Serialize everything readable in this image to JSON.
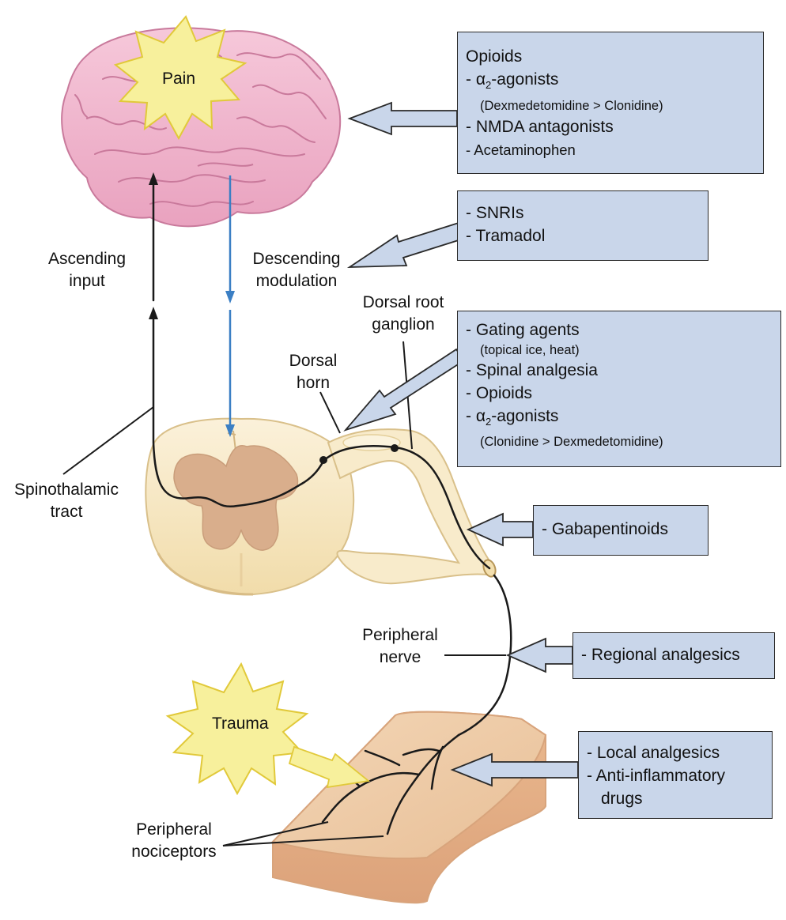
{
  "colors": {
    "drug_box_fill": "#c9d6ea",
    "arrow_fill": "#c9d6ea",
    "brain": "#f0b6cd",
    "starburst": "#f7f0a0",
    "spinal_cord": "#f7e9c8",
    "gray_matter": "#d9b08f",
    "skin": "#efc9a4",
    "descending_pathway": "#3b7fc4"
  },
  "labels": {
    "pain": "Pain",
    "trauma": "Trauma",
    "ascending_input": "Ascending\ninput",
    "descending_modulation": "Descending\nmodulation",
    "dorsal_root_ganglion": "Dorsal root\nganglion",
    "dorsal_horn": "Dorsal\nhorn",
    "spinothalamic_tract": "Spinothalamic\ntract",
    "peripheral_nerve": "Peripheral\nnerve",
    "peripheral_nociceptors": "Peripheral\nnociceptors"
  },
  "boxes": {
    "brain": {
      "line1": "Opioids",
      "line2_prefix": "- ",
      "alpha": "α",
      "alpha_sub": "2",
      "line2_suffix": "-agonists",
      "line3": "(Dexmedetomidine > Clonidine)",
      "line4": "- NMDA antagonists",
      "line5": "- Acetaminophen"
    },
    "descending": {
      "line1": "- SNRIs",
      "line2": "- Tramadol"
    },
    "dorsal_horn": {
      "line1": "- Gating agents",
      "line2": "(topical ice, heat)",
      "line3": "- Spinal analgesia",
      "line4": "- Opioids",
      "line5_prefix": "- ",
      "alpha": "α",
      "alpha_sub": "2",
      "line5_suffix": "-agonists",
      "line6": "(Clonidine > Dexmedetomidine)"
    },
    "ganglion": {
      "line1": "- Gabapentinoids"
    },
    "nerve": {
      "line1": "- Regional analgesics"
    },
    "nociceptors": {
      "line1": "- Local analgesics",
      "line2": "- Anti-inflammatory",
      "line3": "drugs"
    }
  }
}
